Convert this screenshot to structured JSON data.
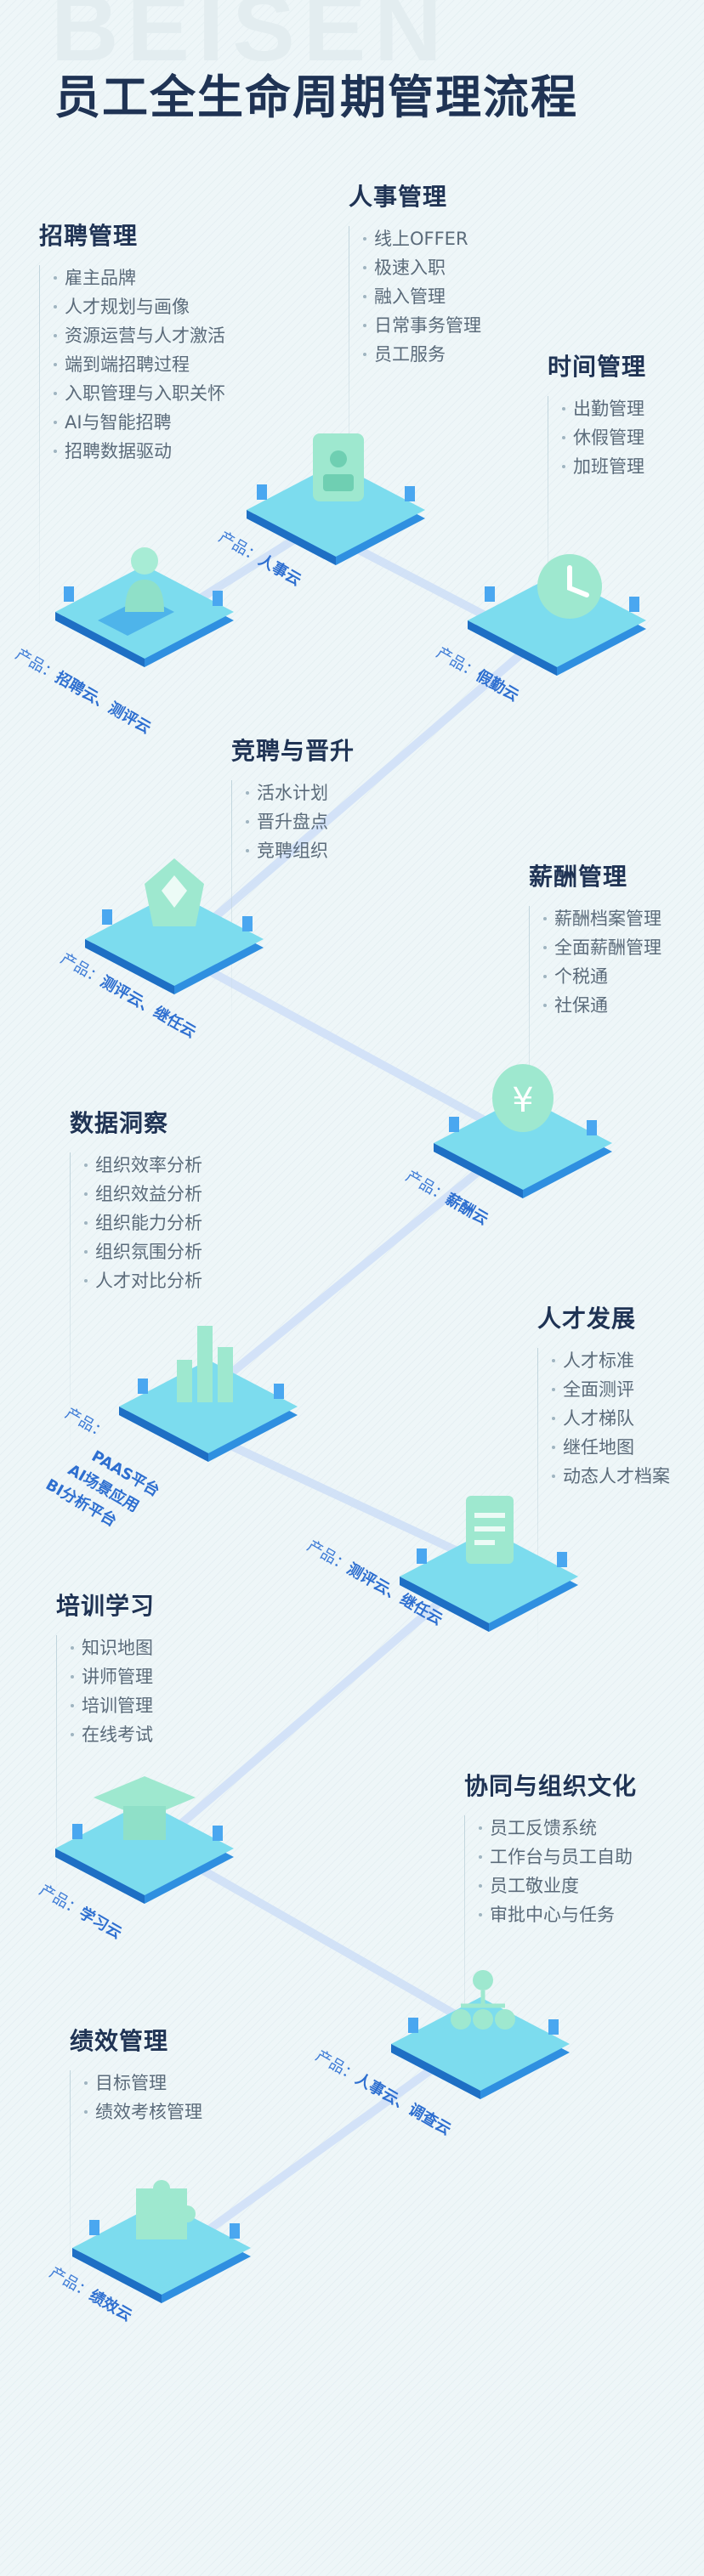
{
  "watermark": "BEISEN",
  "title": "员工全生命周期管理流程",
  "product_prefix": "产品：",
  "sections": [
    {
      "title": "招聘管理",
      "items": [
        "雇主品牌",
        "人才规划与画像",
        "资源运营与人才激活",
        "端到端招聘过程",
        "入职管理与入职关怀",
        "AI与智能招聘",
        "招聘数据驱动"
      ],
      "product": "招聘云、测评云"
    },
    {
      "title": "人事管理",
      "items": [
        "线上OFFER",
        "极速入职",
        "融入管理",
        "日常事务管理",
        "员工服务"
      ],
      "product": "人事云"
    },
    {
      "title": "时间管理",
      "items": [
        "出勤管理",
        "休假管理",
        "加班管理"
      ],
      "product": "假勤云"
    },
    {
      "title": "竞聘与晋升",
      "items": [
        "活水计划",
        "晋升盘点",
        "竞聘组织"
      ],
      "product": "测评云、继任云"
    },
    {
      "title": "薪酬管理",
      "items": [
        "薪酬档案管理",
        "全面薪酬管理",
        "个税通",
        "社保通"
      ],
      "product": "薪酬云"
    },
    {
      "title": "数据洞察",
      "items": [
        "组织效率分析",
        "组织效益分析",
        "组织能力分析",
        "组织氛围分析",
        "人才对比分析"
      ],
      "product_lines": [
        "PAAS平台",
        "AI场景应用",
        "BI分析平台"
      ]
    },
    {
      "title": "人才发展",
      "items": [
        "人才标准",
        "全面测评",
        "人才梯队",
        "继任地图",
        "动态人才档案"
      ],
      "product": "测评云、继任云"
    },
    {
      "title": "培训学习",
      "items": [
        "知识地图",
        "讲师管理",
        "培训管理",
        "在线考试"
      ],
      "product": "学习云"
    },
    {
      "title": "协同与组织文化",
      "items": [
        "员工反馈系统",
        "工作台与员工自助",
        "员工敬业度",
        "审批中心与任务"
      ],
      "product": "人事云、调查云"
    },
    {
      "title": "绩效管理",
      "items": [
        "目标管理",
        "绩效考核管理"
      ],
      "product": "绩效云"
    }
  ],
  "icons": [
    "person-icon",
    "id-card-icon",
    "clock-icon",
    "badge-icon",
    "yen-coin-icon",
    "bar-chart-icon",
    "document-icon",
    "graduation-cap-icon",
    "org-tree-icon",
    "puzzle-icon"
  ],
  "colors": {
    "title": "#1f3354",
    "product": "#2e6fd0",
    "platform_top": "#6fd6ea",
    "platform_side": "#2f8fe0",
    "path": "#c9dcf5"
  }
}
